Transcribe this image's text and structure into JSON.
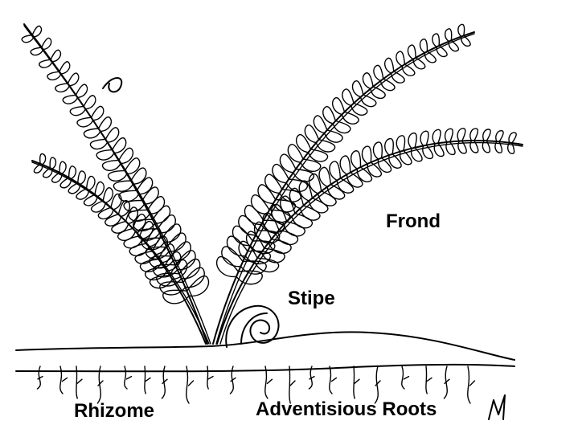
{
  "labels": {
    "frond": "Frond",
    "stipe": "Stipe",
    "rhizome": "Rhizome",
    "roots": "Adventisious Roots"
  },
  "colors": {
    "ink": "#000000",
    "background": "#ffffff"
  }
}
